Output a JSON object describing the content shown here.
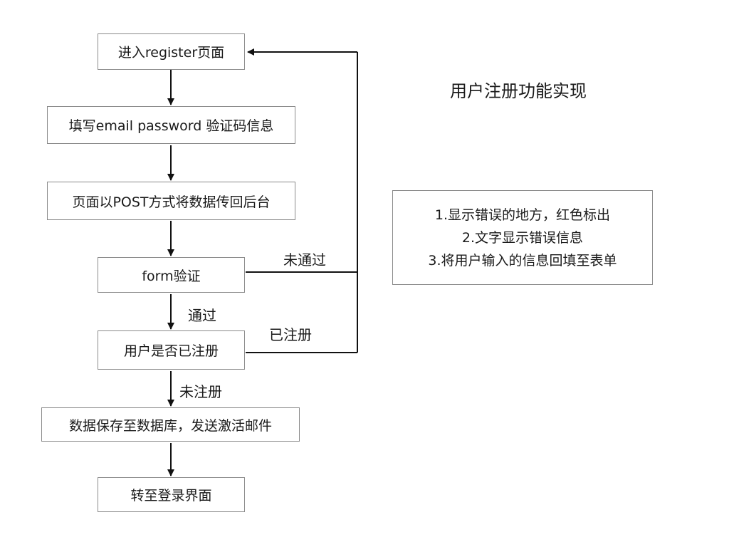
{
  "diagram": {
    "title": "用户注册功能实现",
    "steps": {
      "register": "进入register页面",
      "fill": "填写email password 验证码信息",
      "post": "页面以POST方式将数据传回后台",
      "form": "form验证",
      "registered_check": "用户是否已注册",
      "save": "数据保存至数据库，发送激活邮件",
      "login": "转至登录界面"
    },
    "edge_labels": {
      "not_passed": "未通过",
      "passed": "通过",
      "already_registered": "已注册",
      "not_registered": "未注册"
    },
    "notes": [
      "1.显示错误的地方，红色标出",
      "2.文字显示错误信息",
      "3.将用户输入的信息回填至表单"
    ]
  }
}
